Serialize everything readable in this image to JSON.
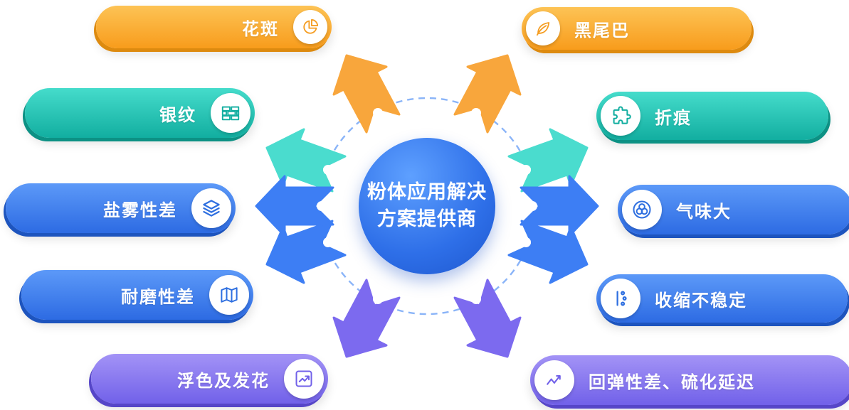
{
  "center": {
    "title_line1": "粉体应用解决",
    "title_line2": "方案提供商"
  },
  "pills": [
    {
      "label": "花斑",
      "icon": "pie-chart-icon",
      "side": "left",
      "theme": "orange"
    },
    {
      "label": "黑尾巴",
      "icon": "leaf-icon",
      "side": "right",
      "theme": "orange"
    },
    {
      "label": "银纹",
      "icon": "bricks-icon",
      "side": "left",
      "theme": "teal"
    },
    {
      "label": "折痕",
      "icon": "puzzle-icon",
      "side": "right",
      "theme": "teal"
    },
    {
      "label": "盐雾性差",
      "icon": "layers-icon",
      "side": "left",
      "theme": "blue"
    },
    {
      "label": "气味大",
      "icon": "fan-circles-icon",
      "side": "right",
      "theme": "blue"
    },
    {
      "label": "耐磨性差",
      "icon": "map-icon",
      "side": "left",
      "theme": "blue"
    },
    {
      "label": "收缩不稳定",
      "icon": "branch-dots-icon",
      "side": "right",
      "theme": "blue"
    },
    {
      "label": "浮色及发花",
      "icon": "chart-up-icon",
      "side": "left",
      "theme": "purple"
    },
    {
      "label": "回弹性差、硫化延迟",
      "icon": "trend-line-icon",
      "side": "right",
      "theme": "purple"
    }
  ],
  "colors": {
    "orange": "#F59E24",
    "orange_dark": "#DD8A0F",
    "teal": "#12AEA0",
    "teal_dark": "#0C9184",
    "blue": "#2E6FE0",
    "blue_dark": "#1D54BE",
    "purple": "#7161E9",
    "purple_dark": "#5646C8",
    "center_blue": "#2E6FE8",
    "arrow_orange": "#F8A63C",
    "arrow_teal": "#4ADCCE",
    "arrow_blue": "#3D7EF4",
    "arrow_purple": "#7C6AEF",
    "dash_circle": "#8AB4F8",
    "text_white": "#FFFFFF"
  }
}
